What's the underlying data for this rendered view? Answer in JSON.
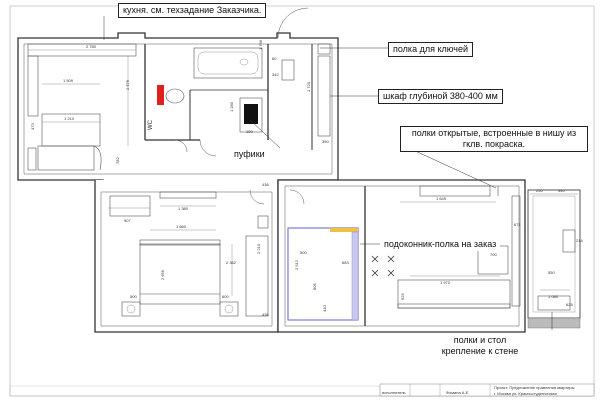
{
  "callouts": {
    "kitchen": "кухня. см. техзадание Заказчика.",
    "key_shelf": "полка для ключей",
    "wardrobe": "шкаф глубиной 380-400 мм",
    "open_shelves": "полки открытые, встроенные в нишу из гклв. покраска.",
    "poufs": "пуфики",
    "sill_shelf": "подоконник-полка на заказ",
    "shelf_table": "полки и стол крепление к стене"
  },
  "dimensions": {
    "d2780": "2 780",
    "d1509": "1 509",
    "d2576": "2 576",
    "d1210": "1 210",
    "d473": "473",
    "d782": "782",
    "d1280": "1 280",
    "d190": "190",
    "d342": "342",
    "d350": "350",
    "d1720": "1 720",
    "d1766": "1 766",
    "d436a": "436",
    "d907": "907",
    "d1380": "1 380",
    "d1660": "1 660",
    "d2362": "2 362",
    "d2656": "2 656",
    "d500": "500",
    "d600": "600",
    "d436b": "436",
    "d1649": "1 649",
    "d700": "700",
    "d1972": "1 972",
    "d625": "625",
    "d2512": "2 512",
    "d683": "683",
    "d410": "410",
    "d500b": "500",
    "d805": "805",
    "d2210": "2 210",
    "d1080": "1 080",
    "d550": "550",
    "d671": "671",
    "d214": "214",
    "d250": "250",
    "d440": "440",
    "d625b": "625",
    "d60": "60",
    "wc_label": "WC"
  },
  "stamp": {
    "role": "исполнитель",
    "name": "Фомина А.Е.",
    "line1": "Проект: Предложение правления квартиры",
    "line2": "г. Москва ул. Красностуденческая"
  },
  "colors": {
    "toilet_accent": "#e0201c",
    "room_highlight": "#7d7dd8",
    "sill_highlight": "#f0c040"
  }
}
